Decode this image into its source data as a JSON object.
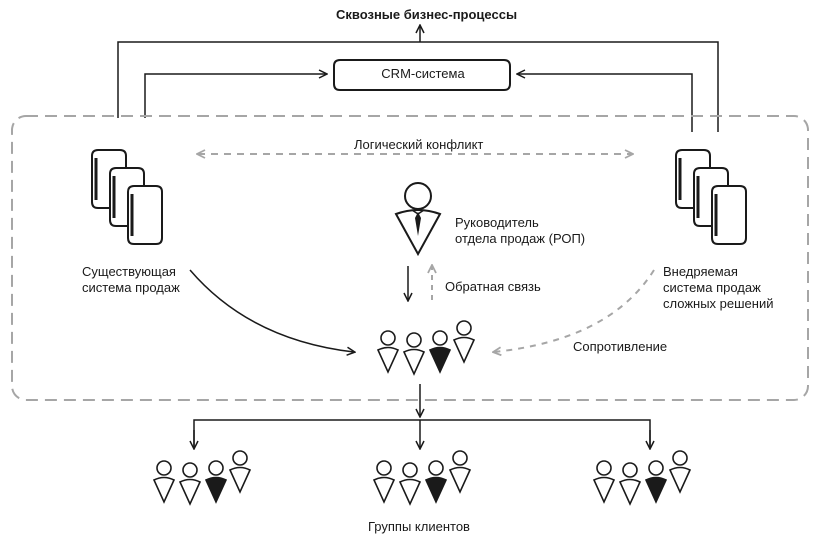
{
  "top_title": "Сквозные бизнес-процессы",
  "crm_label": "CRM-система",
  "conflict_label": "Логический конфликт",
  "existing_system_label": [
    "Существующая",
    "система продаж"
  ],
  "new_system_label": [
    "Внедряемая",
    "система продаж",
    "сложных решений"
  ],
  "manager_label": [
    "Руководитель",
    "отдела продаж (РОП)"
  ],
  "feedback_label": "Обратная связь",
  "resistance_label": "Сопротивление",
  "clients_label": "Группы клиентов",
  "colors": {
    "line": "#1a1a1a",
    "dashed": "#a6a6a6",
    "fill_dark": "#1a1a1a"
  },
  "icons": [
    "document-stack-icon",
    "manager-icon",
    "sales-team-icon",
    "client-group-icon"
  ]
}
